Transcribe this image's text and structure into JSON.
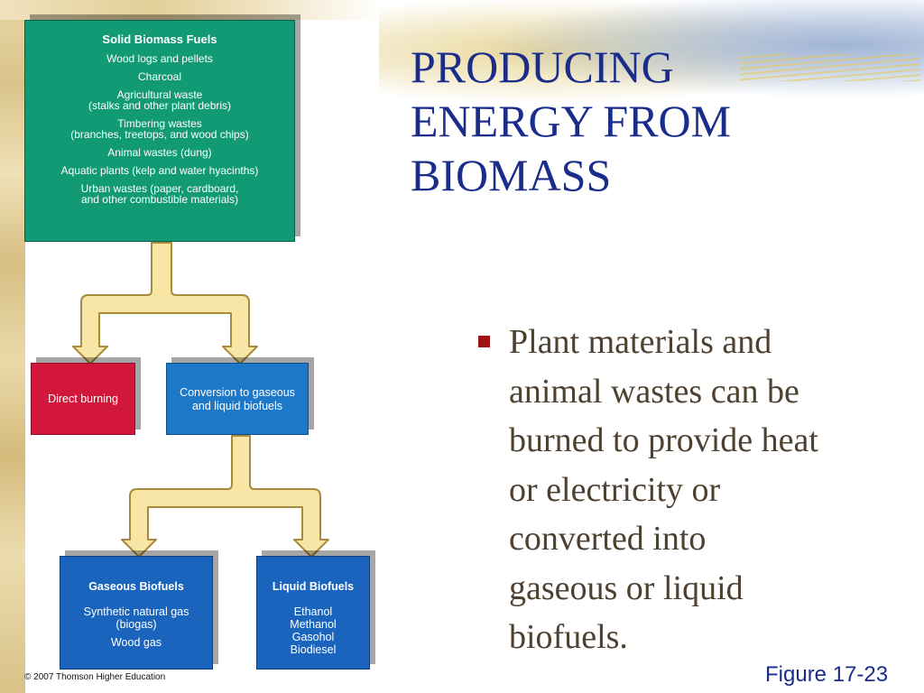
{
  "slide": {
    "title_lines": [
      "PRODUCING",
      "ENERGY FROM",
      "BIOMASS"
    ],
    "bullet": "Plant materials and animal wastes can be burned to provide heat or electricity or converted into gaseous or liquid biofuels.",
    "bullet_lines": [
      "Plant materials and",
      "animal wastes can be",
      "burned to provide heat",
      "or electricity or",
      "converted into",
      "gaseous or liquid",
      "biofuels."
    ],
    "figure_label": "Figure 17-23",
    "copyright": "© 2007 Thomson Higher Education"
  },
  "diagram": {
    "solid_fuels": {
      "title": "Solid Biomass Fuels",
      "items": [
        [
          "Wood logs and pellets"
        ],
        [
          "Charcoal"
        ],
        [
          "Agricultural waste",
          "(stalks and other plant debris)"
        ],
        [
          "Timbering wastes",
          "(branches, treetops, and wood chips)"
        ],
        [
          "Animal wastes (dung)"
        ],
        [
          "Aquatic plants (kelp and water hyacinths)"
        ],
        [
          "Urban wastes (paper, cardboard,",
          "and other combustible materials)"
        ]
      ]
    },
    "direct_burning": "Direct burning",
    "conversion": [
      "Conversion to gaseous",
      "and liquid biofuels"
    ],
    "gaseous": {
      "title": "Gaseous Biofuels",
      "items": [
        "Synthetic natural gas",
        "(biogas)",
        "Wood gas"
      ]
    },
    "liquid": {
      "title": "Liquid Biofuels",
      "items": [
        "Ethanol",
        "Methanol",
        "Gasohol",
        "Biodiesel"
      ]
    }
  },
  "colors": {
    "solid": "#129a75",
    "direct": "#d3173a",
    "conversion": "#1e78c8",
    "biofuels": "#1a64bd",
    "arrow_fill": "#f7e6a6",
    "arrow_stroke": "#a98a3c",
    "title": "#1a2d8a",
    "bullet": "#9e1212"
  }
}
